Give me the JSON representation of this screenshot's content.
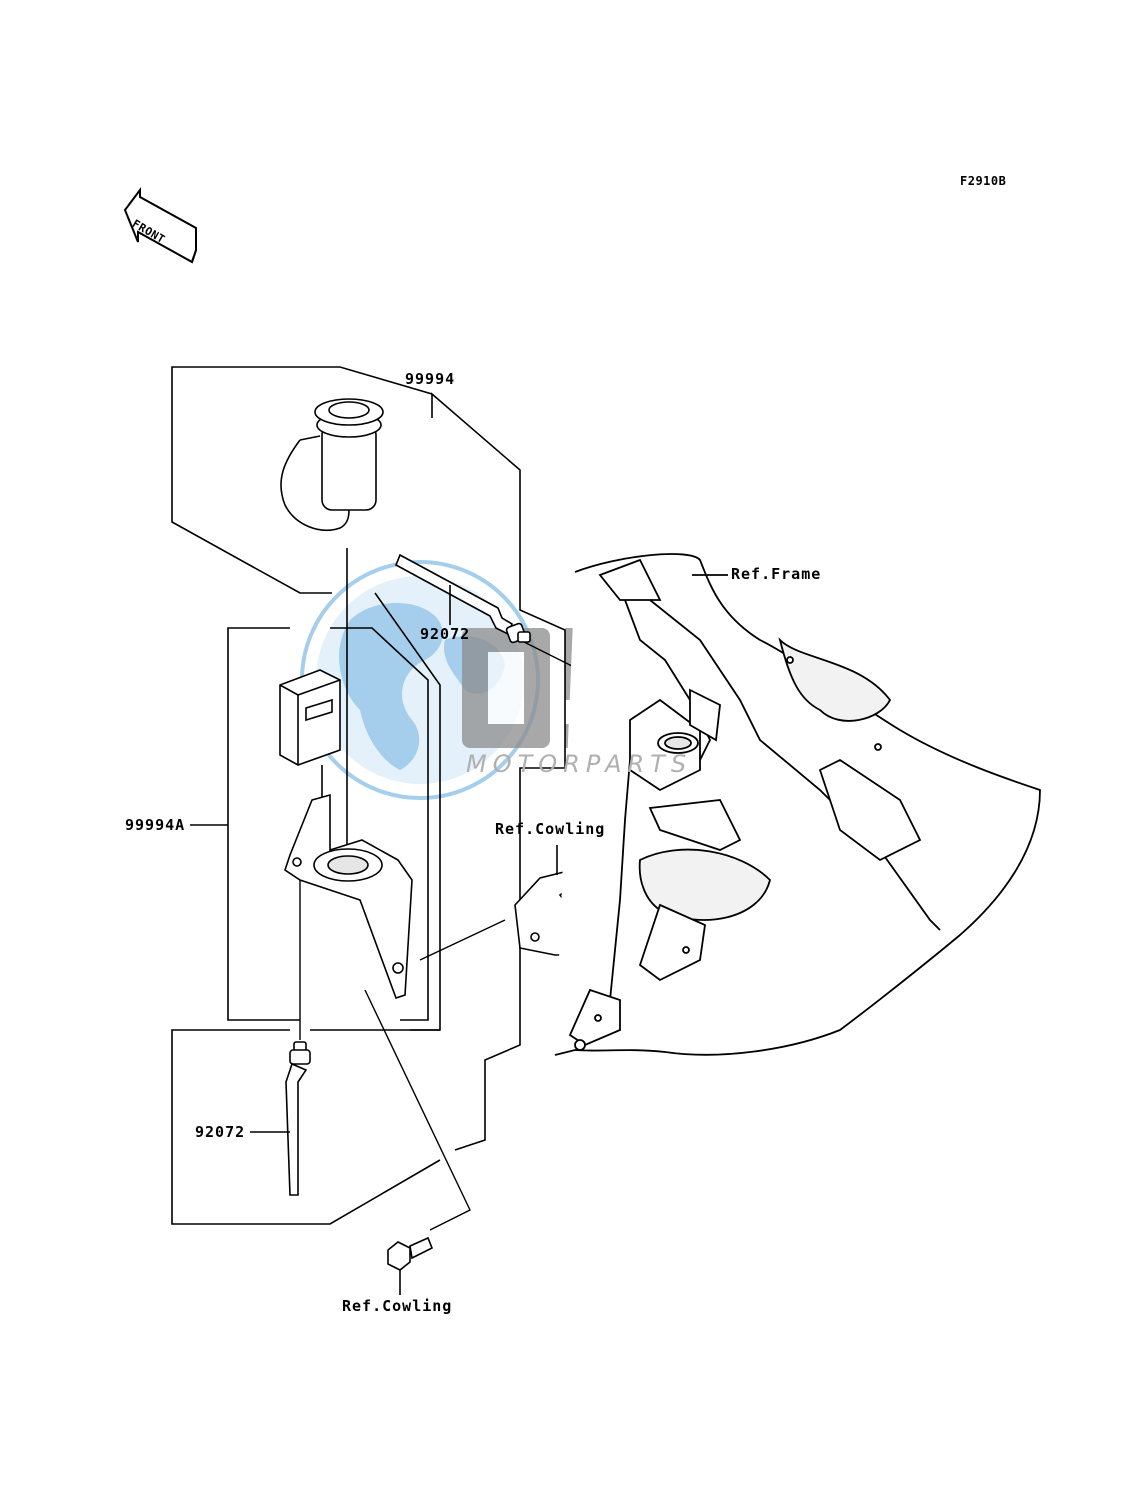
{
  "figure_code": "F2910B",
  "front_arrow": {
    "label": "FRONT",
    "icon": "front-direction-arrow-icon"
  },
  "watermark": {
    "brand": "OSM",
    "subtitle": "MOTORPARTS",
    "globe_color": "#5aa7dd",
    "text_color": "#9a9a9a"
  },
  "callouts": {
    "kit_99994": "99994",
    "kit_99994a": "99994A",
    "tie_upper": "92072",
    "tie_lower": "92072",
    "ref_frame": "Ref.Frame",
    "ref_cowling_mid": "Ref.Cowling",
    "ref_cowling_bottom": "Ref.Cowling"
  },
  "parts": [
    {
      "name": "power-socket-icon"
    },
    {
      "name": "relay-icon"
    },
    {
      "name": "socket-bracket-icon"
    },
    {
      "name": "cable-tie-icon"
    },
    {
      "name": "cowling-stay-icon"
    },
    {
      "name": "bolt-icon"
    },
    {
      "name": "frame-icon"
    }
  ]
}
